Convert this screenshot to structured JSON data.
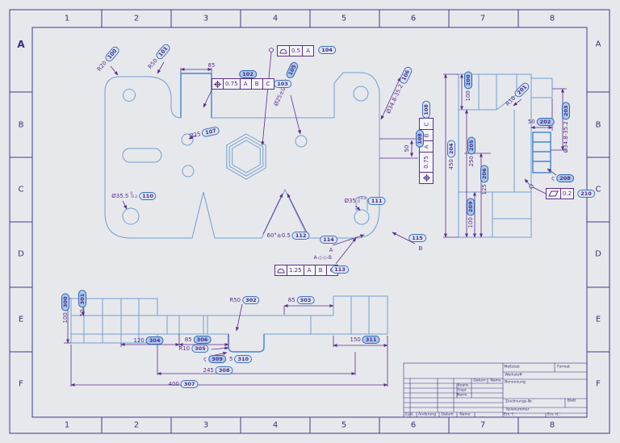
{
  "border": {
    "cols": [
      "1",
      "2",
      "3",
      "4",
      "5",
      "6",
      "7",
      "8"
    ],
    "rows": [
      "A",
      "B",
      "C",
      "D",
      "E",
      "F"
    ]
  },
  "colors": {
    "geometry": "#6f9fd4",
    "geometry_highlight": "#3e85d6",
    "dimension": "#5a2d8f",
    "frame": "#3c3c8e",
    "tag_fill": "#d9e5f4",
    "tag_fill_selected": "#a9c9ec",
    "tag_border": "#3f72c0"
  },
  "ann": {
    "a100": {
      "text": "R20",
      "tag": "100"
    },
    "a101": {
      "text": "R50",
      "tag": "101"
    },
    "a102": {
      "text": "85",
      "tag": "102"
    },
    "a103": {
      "tag": "103"
    },
    "a104": {
      "tag": "104"
    },
    "a105": {
      "text": "Ø25±0.15",
      "tag": "105"
    },
    "a106": {
      "text": "Ø34.8-35.2",
      "tag": "106"
    },
    "a107": {
      "text": "Ø25",
      "tag": "107"
    },
    "a108": {
      "tag": "108"
    },
    "a109": {
      "text": "50",
      "tag": "109"
    },
    "a110": {
      "text": "Ø35.5",
      "sup": "0",
      "sub": "-0.2",
      "tag": "110"
    },
    "a111": {
      "text": "Ø35",
      "sup": "+0.2",
      "sub": "0",
      "tag": "111"
    },
    "a112": {
      "text": "60°±0.5",
      "tag": "112"
    },
    "a113": {
      "tag": "113",
      "note": "A◁–▷B"
    },
    "a114": {
      "text": "A",
      "tag": "114"
    },
    "a115": {
      "text": "B",
      "tag": "115"
    },
    "a200": {
      "text": "100",
      "tag": "200"
    },
    "a201": {
      "text": "R10",
      "tag": "201"
    },
    "a202": {
      "text": "50",
      "tag": "202"
    },
    "a203": {
      "text": "Ø34.8-35.2",
      "tag": "203"
    },
    "a204": {
      "text": "450",
      "tag": "204"
    },
    "a205": {
      "text": "250",
      "tag": "205"
    },
    "a206": {
      "text": "125",
      "tag": "206"
    },
    "a208": {
      "text": "ϛ",
      "tag": "208"
    },
    "a209": {
      "text": "100",
      "tag": "209"
    },
    "a210": {
      "tag": "210"
    },
    "a300": {
      "text": "100",
      "tag": "300"
    },
    "a301": {
      "text": "50",
      "tag": "301"
    },
    "a302": {
      "text": "R50",
      "tag": "302"
    },
    "a303": {
      "text": "85",
      "tag": "303"
    },
    "a304": {
      "text": "120",
      "tag": "304"
    },
    "a305": {
      "text": "R10",
      "tag": "305"
    },
    "a306": {
      "text": "85",
      "tag": "306"
    },
    "a307": {
      "text": "400",
      "tag": "307"
    },
    "a308": {
      "text": "245",
      "tag": "308"
    },
    "a309": {
      "text": "ϛ",
      "tag": "309"
    },
    "a310": {
      "text": "5",
      "tag": "310"
    },
    "a311": {
      "text": "150",
      "tag": "311"
    }
  },
  "frames": {
    "f103": {
      "symbol": "position",
      "tol": "0.75",
      "d1": "A",
      "d2": "B",
      "d3": "C"
    },
    "f104": {
      "symbol": "profile",
      "tol": "0.5",
      "d1": "A"
    },
    "f108": {
      "symbol": "position",
      "tol": "0.75",
      "d1": "A",
      "d2": "B",
      "d3": "C"
    },
    "f113": {
      "symbol": "profile",
      "tol": "1.25",
      "d1": "A",
      "d2": "B",
      "d3": "C"
    },
    "f210": {
      "symbol": "flatness",
      "tol": "0.2"
    }
  },
  "title_block": {
    "massstab": "Maßstab",
    "format": "Format",
    "werkstoff": "Werkstoff",
    "benennung": "Benennung",
    "zeichnung": "Zeichnungs-Nr.",
    "blatt": "Blatt",
    "teilenummer": "Teilenummer",
    "ers_f": "Ers. f.:",
    "ers_d": "Ers. d.:",
    "datum": "Datum",
    "name": "Name",
    "bearb": "Bearb.",
    "gepr": "Gepr.",
    "norm": "Norm.",
    "zust": "Zust.",
    "aenderung": "Änderung"
  }
}
